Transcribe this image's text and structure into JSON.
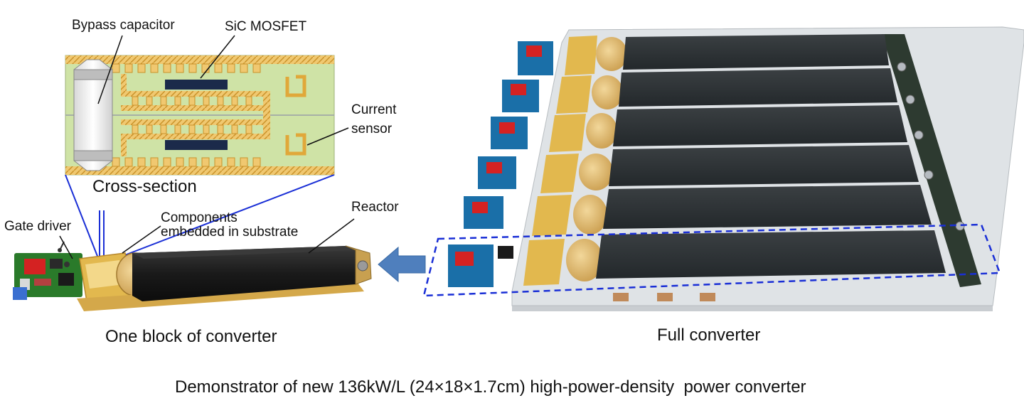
{
  "labels": {
    "bypass_capacitor": "Bypass capacitor",
    "sic_mosfet": "SiC MOSFET",
    "current_sensor_line1": "Current",
    "current_sensor_line2": "sensor",
    "cross_section": "Cross-section",
    "gate_driver": "Gate driver",
    "components_line1": "Components",
    "components_line2": "embedded in substrate",
    "reactor": "Reactor",
    "one_block": "One block of converter",
    "full_converter": "Full converter"
  },
  "caption": "Demonstrator of new 136kW/L (24×18×1.7cm) high-power-density  power converter",
  "colors": {
    "substrate": "#cfe3a6",
    "copper": "#e8b84a",
    "mosfet": "#1b2a4a",
    "highlight": "#1a2fd6",
    "arrow": "#4f7fbd",
    "reactor": "#1e1e1e",
    "pcb": "#1a6fa8",
    "plate": "#d9dde0"
  }
}
